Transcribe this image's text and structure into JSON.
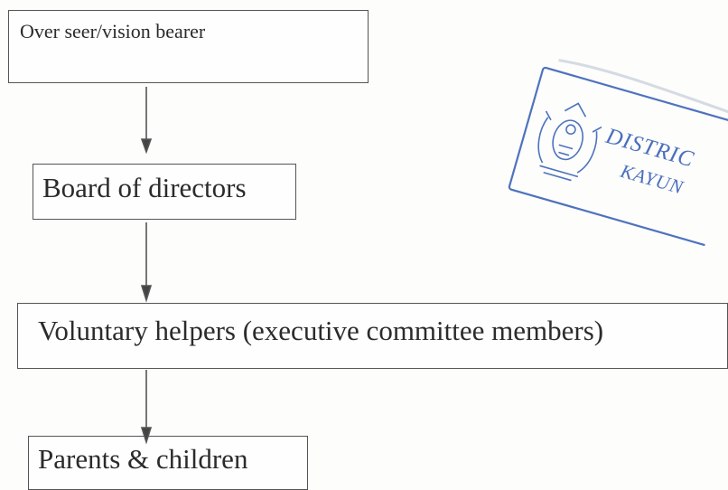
{
  "nodes": [
    {
      "id": "overseer",
      "label": "Over seer/vision bearer"
    },
    {
      "id": "board",
      "label": "Board of directors"
    },
    {
      "id": "voluntary",
      "label": "Voluntary helpers (executive committee members)"
    },
    {
      "id": "parents",
      "label": "Parents & children"
    }
  ],
  "edges": [
    {
      "from": "overseer",
      "to": "board"
    },
    {
      "from": "board",
      "to": "voluntary"
    },
    {
      "from": "voluntary",
      "to": "parents"
    }
  ],
  "stamp": {
    "line1": "DISTRIC",
    "line2": "KAYUN",
    "color": "#3b63b8"
  },
  "colors": {
    "box_border": "#555555",
    "text": "#2b2b2b",
    "arrow": "#555555"
  }
}
